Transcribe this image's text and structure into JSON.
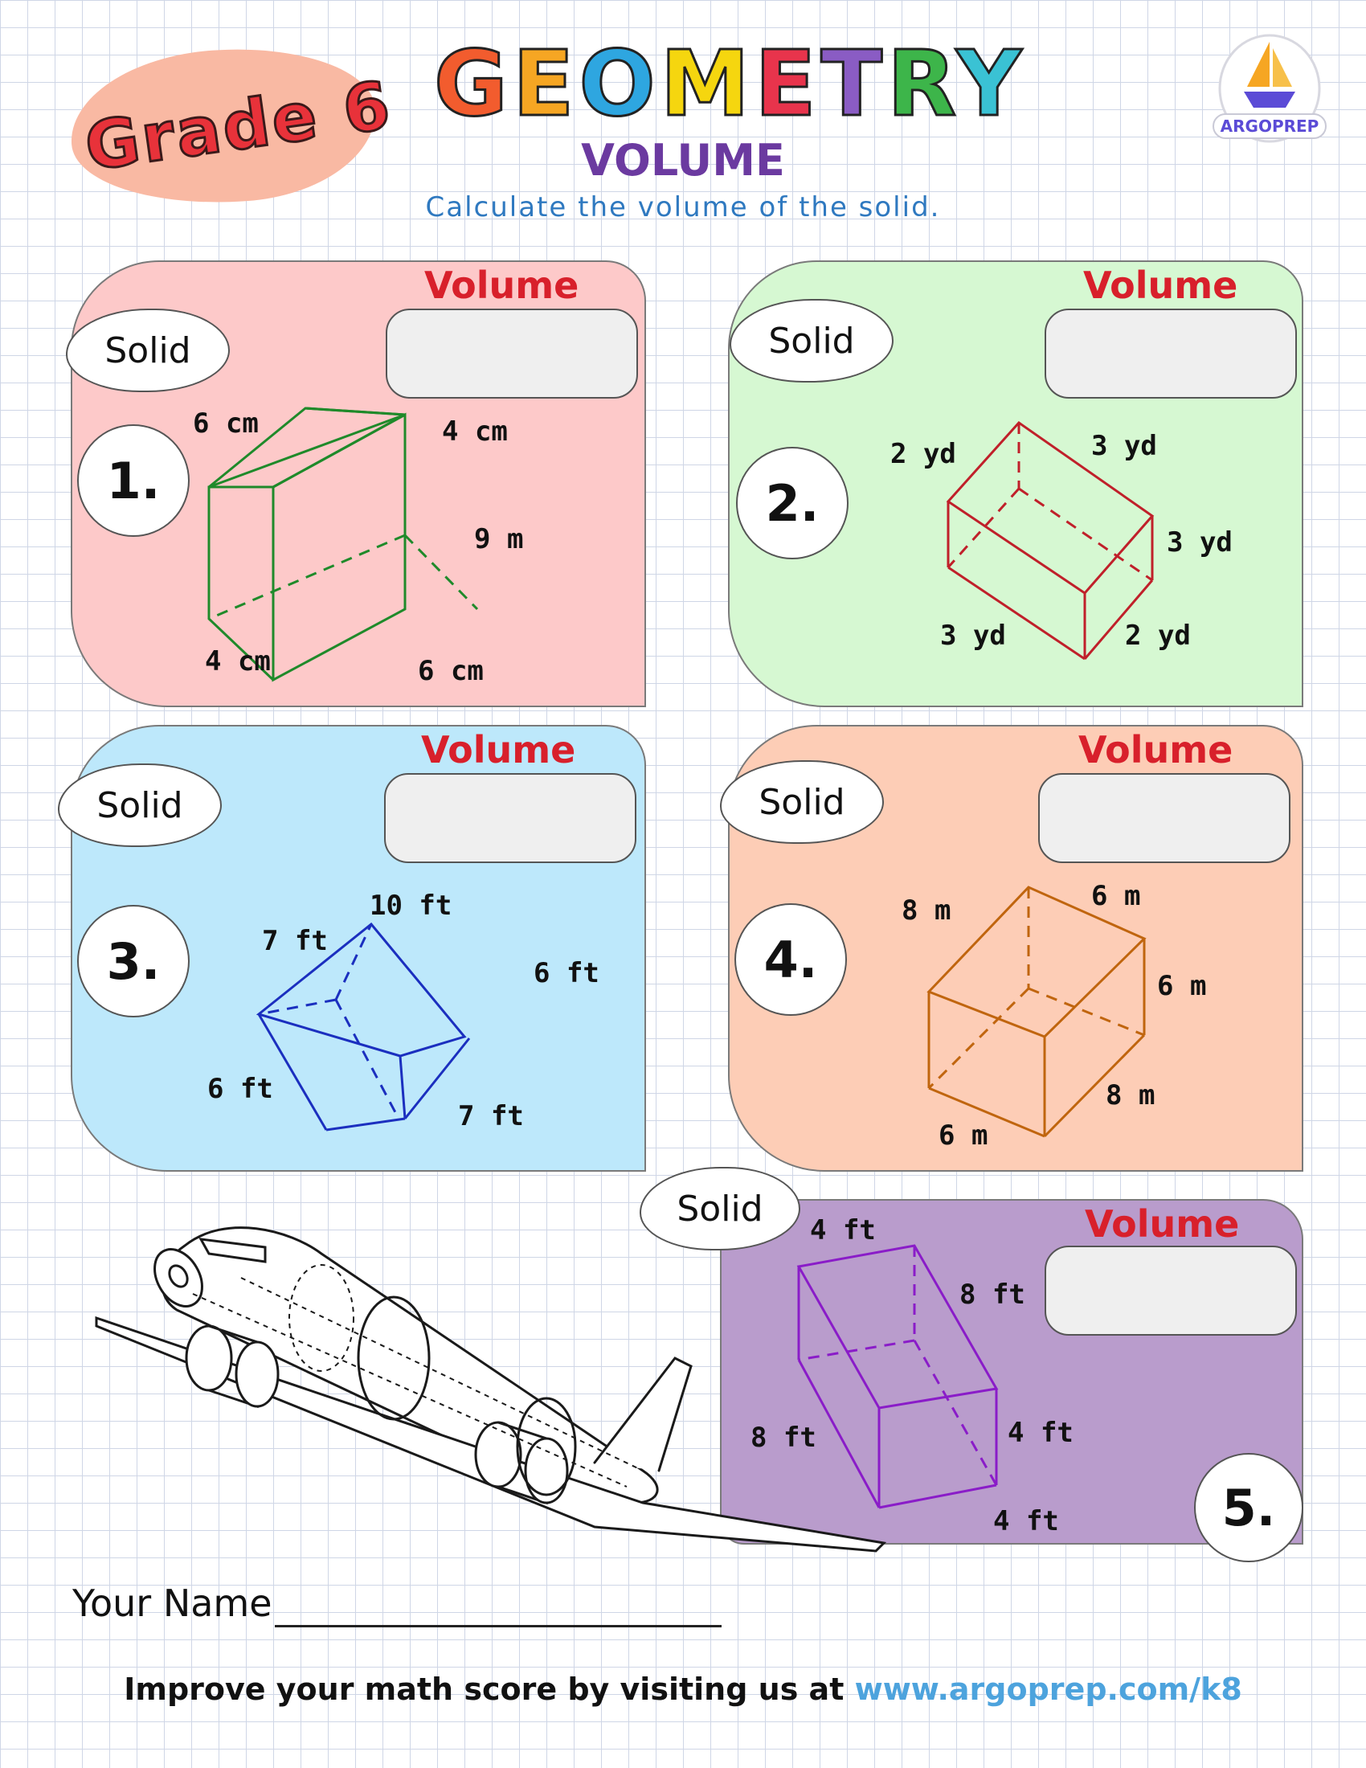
{
  "header": {
    "grade": "Grade 6",
    "title_letters": [
      {
        "ch": "G",
        "color": "#f25c2e"
      },
      {
        "ch": "E",
        "color": "#f6a623"
      },
      {
        "ch": "O",
        "color": "#2ea6e0"
      },
      {
        "ch": "M",
        "color": "#f5d60f"
      },
      {
        "ch": "E",
        "color": "#e8344c"
      },
      {
        "ch": "T",
        "color": "#8a5cc4"
      },
      {
        "ch": "R",
        "color": "#3db54a"
      },
      {
        "ch": "Y",
        "color": "#3ac2d4"
      }
    ],
    "subtitle": "VOLUME",
    "instruction": "Calculate the volume of the solid.",
    "logo_text": "ARGOPREP"
  },
  "panels": [
    {
      "number": "1.",
      "solid_label": "Solid",
      "volume_label": "Volume",
      "color": "#fdc9c9",
      "stroke": "#1f8a2a",
      "dims": [
        "6 cm",
        "4 cm",
        "9 m",
        "4 cm",
        "6 cm"
      ]
    },
    {
      "number": "2.",
      "solid_label": "Solid",
      "volume_label": "Volume",
      "color": "#d6f8d2",
      "stroke": "#c0202a",
      "dims": [
        "2 yd",
        "3 yd",
        "3 yd",
        "3 yd",
        "2 yd"
      ]
    },
    {
      "number": "3.",
      "solid_label": "Solid",
      "volume_label": "Volume",
      "color": "#bde8fb",
      "stroke": "#1b2fbf",
      "dims": [
        "10 ft",
        "7 ft",
        "6 ft",
        "6 ft",
        "7 ft"
      ]
    },
    {
      "number": "4.",
      "solid_label": "Solid",
      "volume_label": "Volume",
      "color": "#fdcdb6",
      "stroke": "#c0650e",
      "dims": [
        "8 m",
        "6 m",
        "6 m",
        "8 m",
        "6 m"
      ]
    },
    {
      "number": "5.",
      "solid_label": "Solid",
      "volume_label": "Volume",
      "color": "#b99ccc",
      "stroke": "#8a1cc8",
      "dims": [
        "4 ft",
        "8 ft",
        "8 ft",
        "4 ft",
        "4 ft"
      ]
    }
  ],
  "name_label": "Your Name",
  "footer": {
    "text": "Improve your math score by visiting us at",
    "url": "www.argoprep.com/k8"
  }
}
